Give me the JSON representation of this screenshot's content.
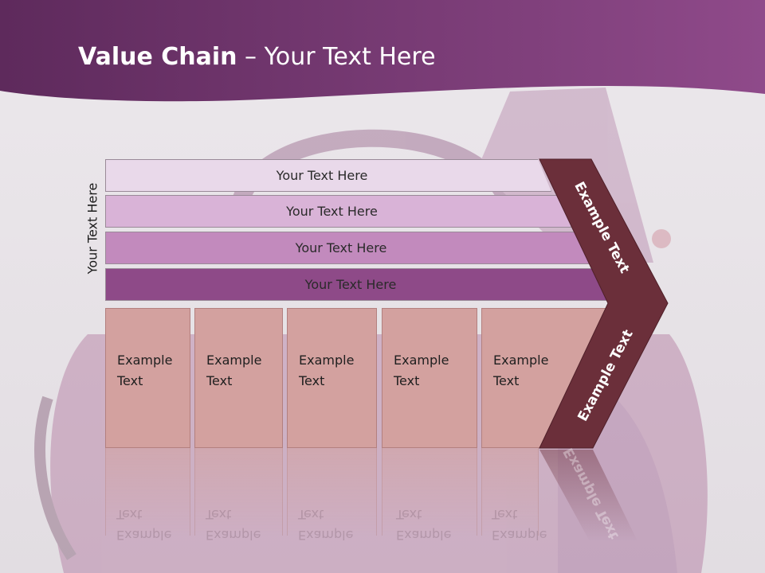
{
  "slide": {
    "title_bold": "Value Chain",
    "title_rest": " – Your Text Here",
    "side_label": "Your Text Here"
  },
  "bars": [
    {
      "label": "Your Text Here",
      "color": "#e9d9ea"
    },
    {
      "label": "Your Text Here",
      "color": "#d9b3d7"
    },
    {
      "label": "Your Text Here",
      "color": "#c28abd"
    },
    {
      "label": "Your Text Here",
      "color": "#8e4a88"
    }
  ],
  "boxes": [
    {
      "label": "Example\nText"
    },
    {
      "label": "Example\nText"
    },
    {
      "label": "Example\nText"
    },
    {
      "label": "Example\nText"
    },
    {
      "label": "Example\nText"
    }
  ],
  "chevron": {
    "upper_label": "Example Text",
    "lower_label": "Example Text",
    "color": "#6b2f3a"
  },
  "colors": {
    "header_dark": "#5e2a5c",
    "header_light": "#8f4a8a",
    "box_fill": "#d3a19f"
  }
}
